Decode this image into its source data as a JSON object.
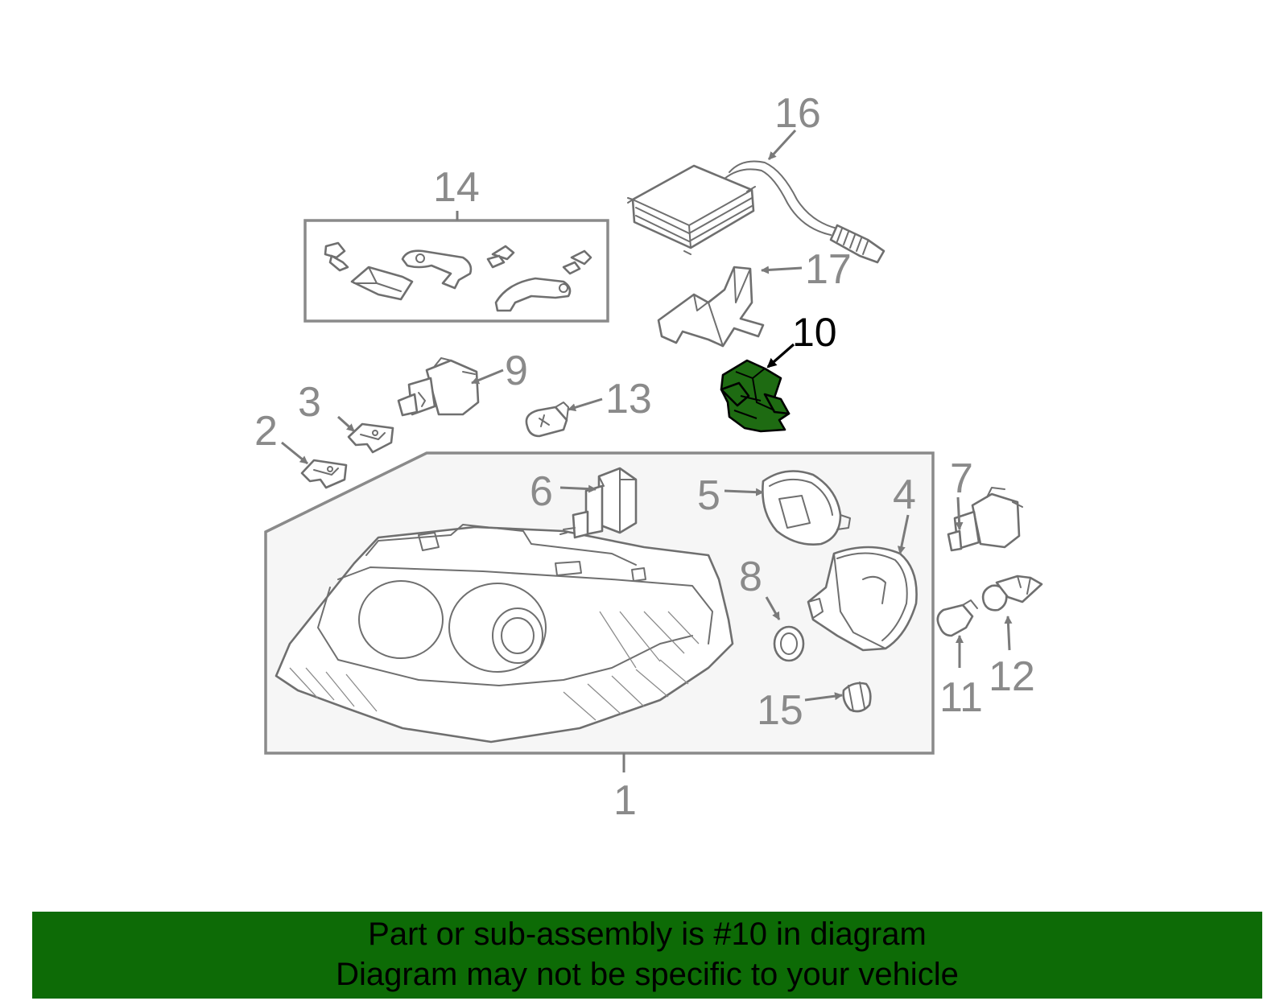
{
  "callouts": {
    "c1": "1",
    "c2": "2",
    "c3": "3",
    "c4": "4",
    "c5": "5",
    "c6": "6",
    "c7": "7",
    "c8": "8",
    "c9": "9",
    "c10": "10",
    "c11": "11",
    "c12": "12",
    "c13": "13",
    "c14": "14",
    "c15": "15",
    "c16": "16",
    "c17": "17"
  },
  "highlighted_part": "10",
  "colors": {
    "highlight": "#1e6b12",
    "banner": "#0d6b06",
    "line": "#8a8a8a"
  },
  "banner": {
    "line1": "Part or sub-assembly is #10 in diagram",
    "line2": "Diagram may not be specific to your vehicle"
  }
}
